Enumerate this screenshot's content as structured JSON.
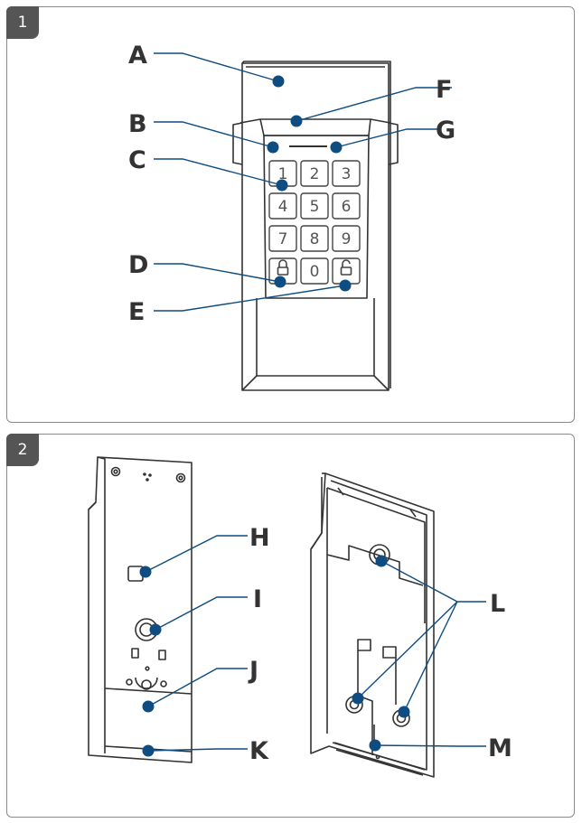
{
  "panels": [
    {
      "number": "1"
    },
    {
      "number": "2"
    }
  ],
  "keypad": {
    "keys": [
      "1",
      "2",
      "3",
      "4",
      "5",
      "6",
      "7",
      "8",
      "9",
      "lock-icon",
      "0",
      "unlock-icon"
    ]
  },
  "callouts": {
    "A": "A",
    "B": "B",
    "C": "C",
    "D": "D",
    "E": "E",
    "F": "F",
    "G": "G",
    "H": "H",
    "I": "I",
    "J": "J",
    "K": "K",
    "L": "L",
    "M": "M"
  },
  "colors": {
    "callout_dot": "#0f4c81",
    "callout_line": "#0f4c81",
    "outline": "#333333",
    "badge": "#555555"
  }
}
